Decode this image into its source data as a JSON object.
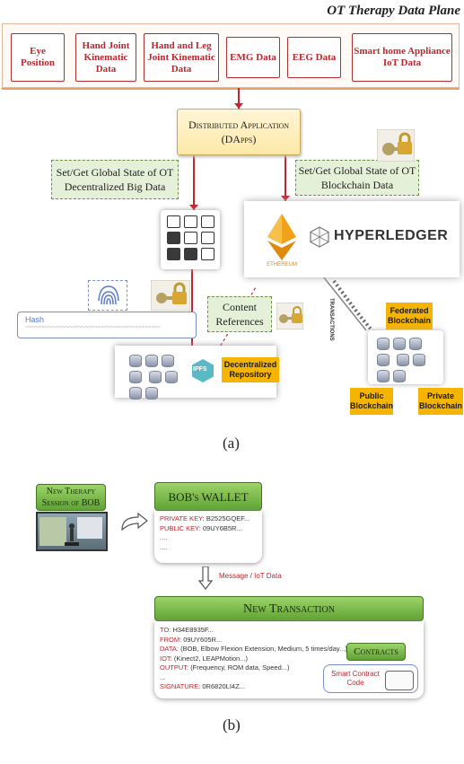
{
  "diagram_a": {
    "plane_title": "OT Therapy Data Plane",
    "sources": [
      {
        "label": "Eye Position"
      },
      {
        "label": "Hand Joint Kinematic Data"
      },
      {
        "label": "Hand and Leg Joint Kinematic Data"
      },
      {
        "label": "EMG Data"
      },
      {
        "label": "EEG Data"
      },
      {
        "label": "Smart home Appliance IoT Data"
      }
    ],
    "dapps_label": "Distributed Application (DApps)",
    "set_get_big_data": "Set/Get Global State of OT Decentralized Big Data",
    "set_get_blockchain": "Set/Get Global State of OT Blockchain Data",
    "hyperledger_label": "HYPERLEDGER",
    "ethereum_label": "ETHEREUM",
    "hash_label": "Hash",
    "hash_value": "~~~~~~~~~~~~~~~~~~~~~~~~~~~~~~~~~~~~~~~~~~~",
    "content_references": "Content References",
    "decentralized_repository": "Decentralized Repository",
    "ipfs_label": "IPFS",
    "transactions_label": "TRANSACTIONS",
    "federated_blockchain": "Federated Blockchain",
    "public_blockchain": "Public Blockchain",
    "private_blockchain": "Private Blockchain",
    "caption": "(a)",
    "colors": {
      "accent_red": "#c0262d",
      "note_green": "#e5f0d8",
      "tag_yellow": "#f4b400",
      "hash_blue": "#7a8ec7"
    }
  },
  "diagram_b": {
    "session_label": "New Therapy Session of BOB",
    "wallet_title": "BOB's WALLET",
    "wallet_fields": [
      {
        "key": "PRIVATE KEY:",
        "value": "B2525GQEF..."
      },
      {
        "key": "PUBLIC KEY:",
        "value": "09UY6B5R..."
      },
      {
        "key": "....",
        "value": ""
      },
      {
        "key": "....",
        "value": ""
      }
    ],
    "message_label": "Message / IoT Data",
    "transaction_title": "New Transaction",
    "transaction_fields": [
      {
        "key": "TO:",
        "value": "H34E8935F..."
      },
      {
        "key": "FROM:",
        "value": "09UY605R..."
      },
      {
        "key": "DATA:",
        "value": "(BOB, Elbow Flexion Extension, Medium, 5 times/day...)"
      },
      {
        "key": "IOT:",
        "value": "(Kinect2, LEAPMotion...)"
      },
      {
        "key": "OUTPUT:",
        "value": "(Frequency, ROM data, Speed...)"
      },
      {
        "key": "...",
        "value": ""
      },
      {
        "key": "SIGNATURE:",
        "value": "0R6820LI4Z..."
      }
    ],
    "contracts_label": "Contracts",
    "smart_contract_label": "Smart Contract Code",
    "caption": "(b)",
    "colors": {
      "header_green": "#6fb23f"
    }
  }
}
